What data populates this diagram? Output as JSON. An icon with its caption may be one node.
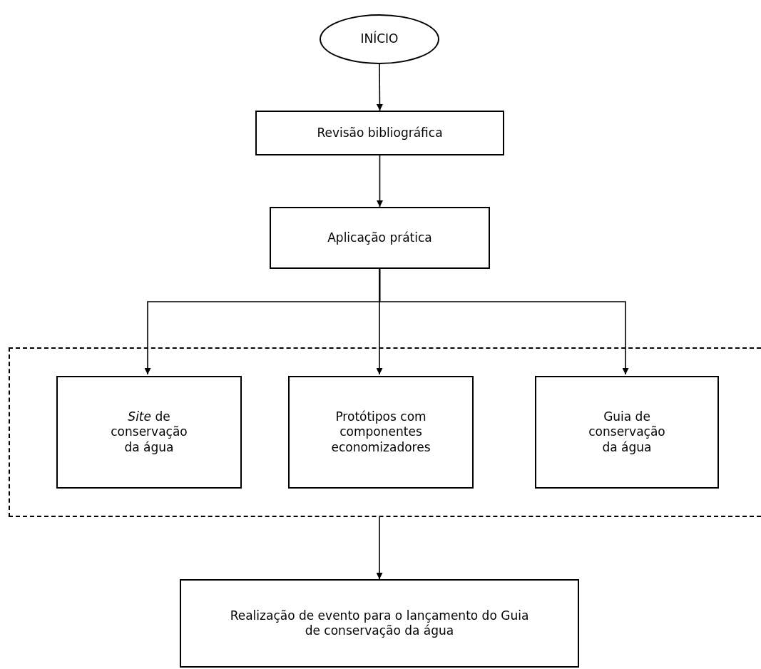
{
  "diagram": {
    "nodes": [
      {
        "text": [
          "INÍCIO"
        ]
      },
      {
        "text": [
          "Revisão bibliográfica"
        ]
      },
      {
        "text": [
          "Aplicação prática"
        ]
      },
      {
        "text": [],
        "shape": "box"
      },
      {
        "text": [
          "*Site* de conservação da água"
        ],
        "in": 3
      },
      {
        "text": [
          "Protótipos com componentes economizadores"
        ],
        "in": 3
      },
      {
        "text": [
          "Guia de conservação da água"
        ],
        "in": 3
      },
      {
        "text": [
          "Realização de evento para o lançamento do Guia de conservação da água"
        ]
      }
    ],
    "edges": [
      {
        "from": 0,
        "to": 1,
        "arrow": "to"
      },
      {
        "from": 1,
        "to": 2,
        "arrow": "to"
      },
      {
        "from": 2,
        "to": 4,
        "arrow": "to"
      },
      {
        "from": 2,
        "to": 5,
        "arrow": "to"
      },
      {
        "from": 2,
        "to": 6,
        "arrow": "to"
      },
      {
        "from": 3,
        "to": 7,
        "arrow": "to"
      }
    ]
  }
}
